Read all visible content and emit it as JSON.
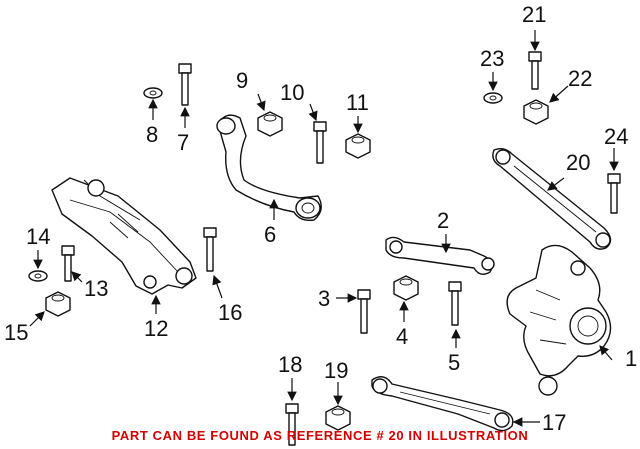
{
  "footer_note": "PART CAN BE FOUND AS REFERENCE # 20 IN ILLUSTRATION",
  "colors": {
    "note": "#d40000",
    "line": "#111111",
    "background": "#ffffff"
  },
  "callouts": [
    "1",
    "2",
    "3",
    "4",
    "5",
    "6",
    "7",
    "8",
    "9",
    "10",
    "11",
    "12",
    "13",
    "14",
    "15",
    "16",
    "17",
    "18",
    "19",
    "20",
    "21",
    "22",
    "23",
    "24"
  ]
}
